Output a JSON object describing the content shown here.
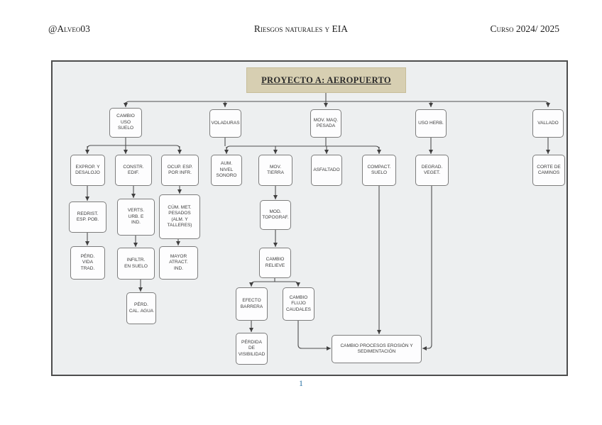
{
  "header": {
    "left": "@Alveo03",
    "center": "Riesgos naturales y EIA",
    "right": "Curso 2024/ 2025"
  },
  "footer": {
    "page_number": "1"
  },
  "diagram": {
    "title": "PROYECTO A: AEROPUERTO",
    "colors": {
      "title_bg": "#d7cfb2",
      "canvas_bg": "#edeff0",
      "canvas_border": "#4d4d4d",
      "node_border": "#7d7d7d",
      "connector": "#4f4f4f",
      "page_number": "#2e74a4"
    },
    "nodes": {
      "cambio_uso_suelo": "CAMBIO\nUSO\nSUELO",
      "voladuras": "VOLADURAS",
      "mov_maq_pesada": "MOV. MAQ.\nPESADA",
      "uso_herb": "USO HERB.",
      "vallado": "VALLADO",
      "exprop_desalojo": "EXPROP. Y\nDESALOJO",
      "constr_edif": "CONSTR.\nEDIF.",
      "ocup_esp_infr": "OCUP. ESP.\nPOR INFR.",
      "aum_nivel_sonoro": "AUM.\nNIVEL\nSONORO",
      "mov_tierra": "MOV.\nTIERRA",
      "asfaltado": "ASFALTADO",
      "compact_suelo": "COMPACT.\nSUELO",
      "degrad_veget": "DEGRAD.\nVEGET.",
      "corte_caminos": "CORTE DE\nCAMINOS",
      "redrist_esp_pob": "REDRIST.\nESP. POB.",
      "verts_urb_ind": "VERTS.\nURB. E\nIND.",
      "cum_met_pesados": "CÚM. MET.\nPESADOS\n(ALM. Y\nTALLERES)",
      "mod_topograf": "MOD.\nTOPOGRAF.",
      "perd_vida_trad": "PÉRD.\nVIDA\nTRAD.",
      "infiltr_suelo": "INFILTR.\nEN SUELO",
      "mayor_atract_ind": "MAYOR\nATRACT.\nIND.",
      "cambio_relieve": "CAMBIO\nRELIEVE",
      "perd_cal_agua": "PÉRD.\nCAL. AGUA",
      "efecto_barrera": "EFECTO\nBARRERA",
      "cambio_flujo_caudales": "CAMBIO\nFLUJO\nCAUDALES",
      "perdida_visibilidad": "PÉRDIDA\nDE\nVISIBILIDAD",
      "cambio_procesos_erosion": "CAMBIO PROCESOS EROSIÓN Y\nSEDIMENTACIÓN"
    }
  }
}
